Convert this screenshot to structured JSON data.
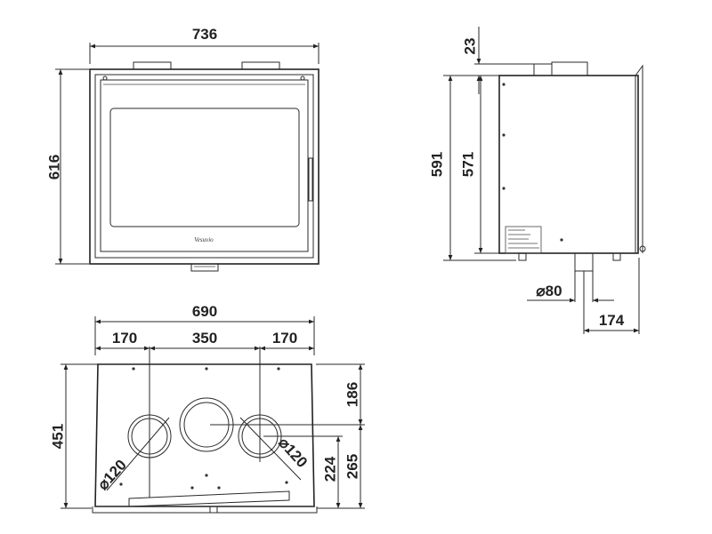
{
  "front_view": {
    "width_label": "736",
    "height_label": "616",
    "logo_text": "Vesuvio"
  },
  "side_view": {
    "top_offset_label": "23",
    "total_height_label": "591",
    "inner_height_label": "571",
    "flue_diameter_label": "⌀80",
    "depth_offset_label": "174"
  },
  "bottom_view": {
    "total_width_label": "690",
    "left_spacing_label": "170",
    "middle_spacing_label": "350",
    "right_spacing_label": "170",
    "depth_label": "451",
    "top_offset_label": "186",
    "pipe_height_label": "265",
    "pipe_center_label": "224",
    "left_pipe_diameter_label": "⌀120",
    "right_pipe_diameter_label": "⌀120"
  }
}
